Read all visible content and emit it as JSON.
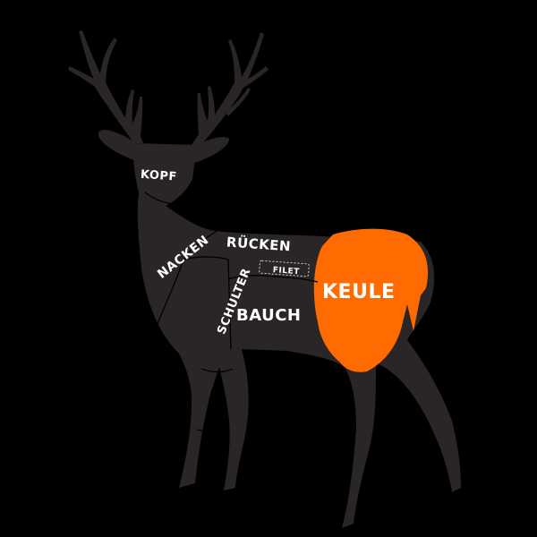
{
  "diagram": {
    "subject": "deer",
    "highlighted_cut": "keule",
    "colors": {
      "background": "#000000",
      "body": "#2a2627",
      "highlight": "#ff6b00",
      "label": "#ffffff"
    },
    "cuts": {
      "kopf": {
        "label": "KOPF"
      },
      "nacken": {
        "label": "NACKEN"
      },
      "ruecken": {
        "label": "RÜCKEN"
      },
      "filet": {
        "label": "FILET"
      },
      "schulter": {
        "label": "SCHULTER"
      },
      "bauch": {
        "label": "BAUCH"
      },
      "keule": {
        "label": "KEULE"
      }
    }
  }
}
